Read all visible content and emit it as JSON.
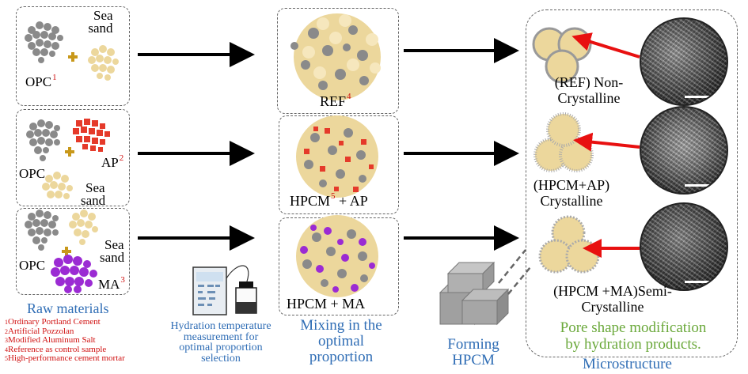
{
  "raw": {
    "opc": "OPC",
    "opc_sup": "1",
    "sea_sand_1": "Sea",
    "sea_sand_2": "sand",
    "ap": "AP",
    "ap_sup": "2",
    "ma": "MA",
    "ma_sup": "3",
    "title": "Raw materials"
  },
  "definitions": [
    {
      "n": "1",
      "text": "Ordinary Portland Cement"
    },
    {
      "n": "2",
      "text": "Artificial Pozzolan"
    },
    {
      "n": "3",
      "text": "Modified Aluminum Salt"
    },
    {
      "n": "4",
      "text": "Reference as control sample"
    },
    {
      "n": "5",
      "text": "High-performance cement mortar"
    }
  ],
  "hydration": {
    "line1": "Hydration temperature",
    "line2": "measurement for",
    "line3": "optimal proportion",
    "line4": "selection"
  },
  "mixing": {
    "ref": "REF",
    "ref_sup": "4",
    "hpcm_ap_a": "HPCM",
    "hpcm_sup": "5",
    "hpcm_ap_b": " + AP",
    "hpcm_ma": "HPCM + MA",
    "title_1": "Mixing in the",
    "title_2": "optimal",
    "title_3": "proportion"
  },
  "forming": {
    "line1": "Forming",
    "line2": "HPCM"
  },
  "micro": {
    "ref_1": "(REF) Non-",
    "ref_2": "Crystalline",
    "ap_1": "(HPCM+AP)",
    "ap_2": "Crystalline",
    "ma_1": "(HPCM +MA)Semi-",
    "ma_2": "Crystalline",
    "pore_1": "Pore shape modification",
    "pore_2": "by hydration products.",
    "title": "Microstructure"
  },
  "colors": {
    "opc": "#8a8a8a",
    "sand": "#ecd79c",
    "ap": "#e53a2a",
    "ma": "#9b2bd3",
    "mustard": "#c8981a",
    "arrow_red": "#e81010",
    "label_blue": "#2f6db5",
    "label_green": "#6aa83a"
  }
}
